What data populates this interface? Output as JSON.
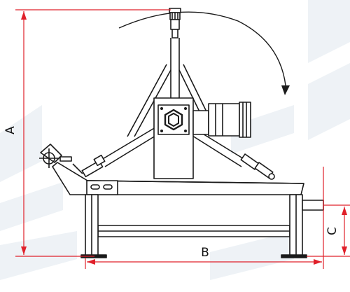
{
  "diagram": {
    "dimensions": {
      "height": {
        "label": "A"
      },
      "width": {
        "label": "B"
      },
      "clearance": {
        "label": "C"
      }
    }
  },
  "colors": {
    "line": "#1a1a1a",
    "dimension": "#e0202a",
    "watermark": "#eef2f6"
  }
}
